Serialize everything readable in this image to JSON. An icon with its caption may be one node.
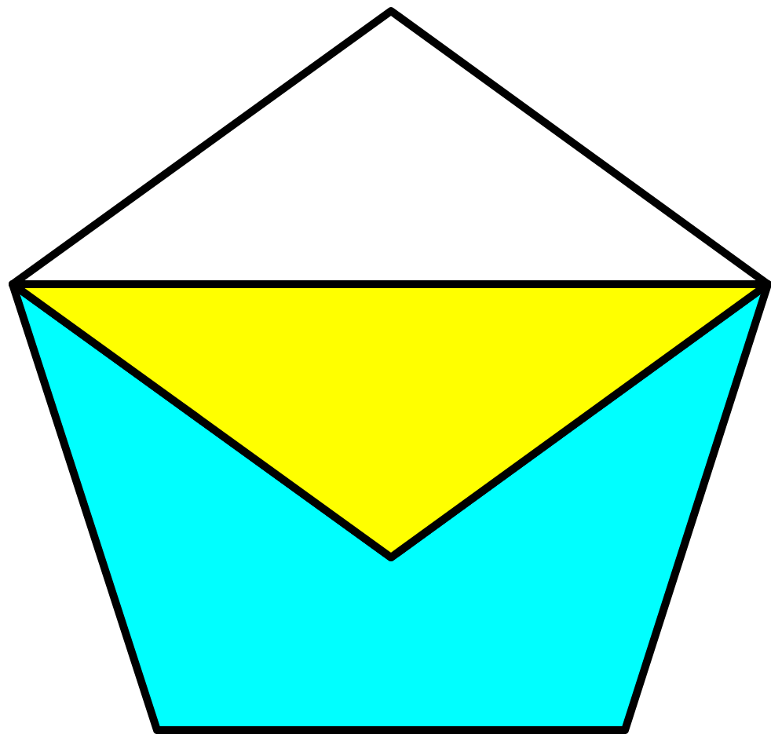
{
  "diagram": {
    "nodes": [
      {
        "text": [],
        "shape": "triangle"
      },
      {
        "text": [],
        "shape": "triangle"
      },
      {
        "text": [],
        "shape": "pentagon"
      }
    ]
  }
}
